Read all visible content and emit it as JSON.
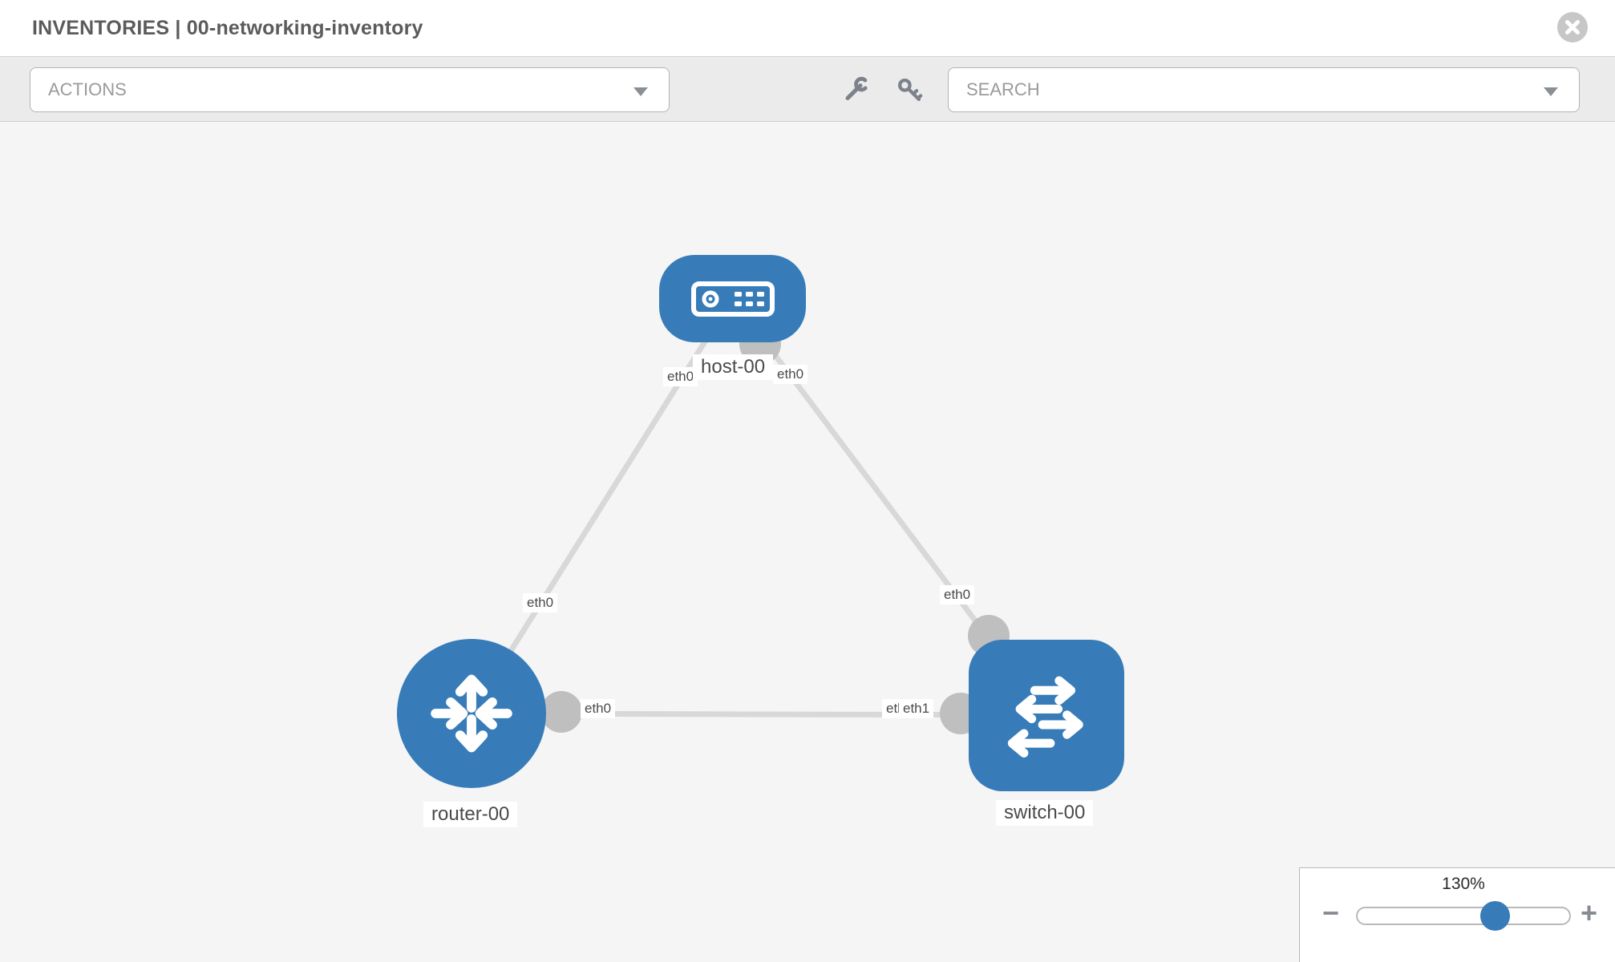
{
  "header": {
    "title": "INVENTORIES | 00-networking-inventory"
  },
  "toolbar": {
    "actions_label": "ACTIONS",
    "search_label": "SEARCH"
  },
  "icons": {
    "close": "circle-x",
    "wrench": "wrench",
    "key": "key",
    "dropdown_caret": "caret-down",
    "host_node": "server-host",
    "router_node": "router-cross-arrows",
    "switch_node": "switch-horizontal-arrows"
  },
  "colors": {
    "node_blue": "#377cb8",
    "link_gray": "#d8d8d8",
    "port_gray": "#bfbfbf",
    "canvas_bg": "#f5f5f5",
    "toolbar_bg": "#ebebeb"
  },
  "diagram": {
    "node_labels": {
      "host": "host-00",
      "router": "router-00",
      "switch": "switch-00"
    },
    "link_labels": {
      "host_router_host_end": "eth0",
      "host_router_router_end": "eth0",
      "host_switch_host_end": "eth0",
      "host_switch_switch_end": "eth0",
      "router_switch_router_end": "eth0",
      "router_switch_switch_end_back": "eth0",
      "router_switch_switch_end_front": "eth1"
    },
    "links": [
      {
        "from": "host-00",
        "to": "router-00",
        "from_label": "eth0",
        "to_label": "eth0"
      },
      {
        "from": "host-00",
        "to": "switch-00",
        "from_label": "eth0",
        "to_label": "eth0"
      },
      {
        "from": "router-00",
        "to": "switch-00",
        "from_label": "eth0",
        "to_label": "eth1"
      }
    ]
  },
  "zoom_control": {
    "value": "130%",
    "minus_label": "−",
    "plus_label": "+"
  }
}
